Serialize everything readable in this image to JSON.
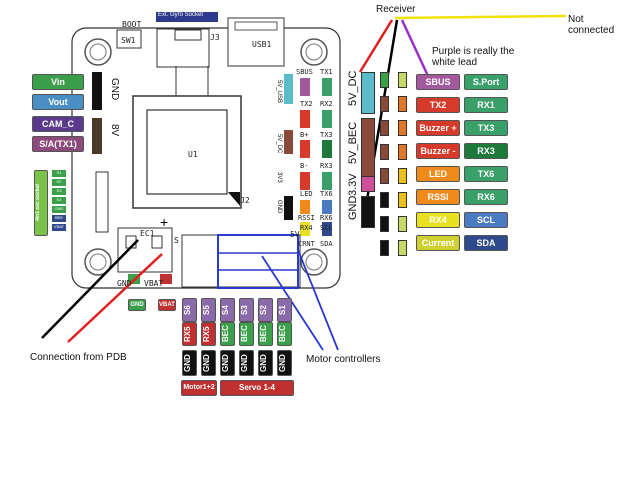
{
  "board": {
    "boot": "BOOT",
    "sw1": "SW1",
    "ext_gyro": "Ext. Gyro Socket",
    "j3": "J3",
    "usb1": "USB1",
    "u1": "U1",
    "j2": "J2",
    "ec1": "EC1",
    "plus": "+",
    "s_mark": "S",
    "gnd_bottom": "GND",
    "vbat_bottom": "VBAT",
    "left_header_gnd": "GND",
    "left_header_8v": "8V"
  },
  "left_labels": [
    {
      "text": "Vin",
      "color": "#3a9e4a"
    },
    {
      "text": "Vout",
      "color": "#4a8fc4"
    },
    {
      "text": "CAM_C",
      "color": "#5b3a8c"
    },
    {
      "text": "S/A(TX1)",
      "color": "#8c4a7a"
    }
  ],
  "left_small_green": "4in1 esc socket",
  "left_small_pins": [
    "S1",
    "S2",
    "S3",
    "S4",
    "GND",
    "BEE",
    "VBAT"
  ],
  "right_header_pins": {
    "col1": [
      "SBUS",
      "TX2",
      "B+",
      "B-",
      "LED",
      "RSSI",
      "RX4",
      "CRNT"
    ],
    "col2": [
      "TX1",
      "RX2",
      "TX3",
      "RX3",
      "TX6",
      "RX6",
      "SCL",
      "SDA"
    ],
    "volt_labels": [
      "5V_USB",
      "5V_DC",
      "3V3",
      "GND"
    ],
    "five_v": "5V"
  },
  "right_side": {
    "voltages": [
      "5V_DC",
      "5V_BEC",
      "3.3V",
      "GND"
    ],
    "col_a": [
      {
        "text": "SBUS",
        "color": "#a35a9c"
      },
      {
        "text": "TX2",
        "color": "#d63a2a"
      },
      {
        "text": "Buzzer +",
        "color": "#d63a2a"
      },
      {
        "text": "Buzzer -",
        "color": "#d63a2a"
      },
      {
        "text": "LED",
        "color": "#f08a1a"
      },
      {
        "text": "RSSI",
        "color": "#f08a1a"
      },
      {
        "text": "RX4",
        "color": "#e8e020"
      },
      {
        "text": "Current",
        "color": "#cfd030"
      }
    ],
    "col_b": [
      {
        "text": "S.Port",
        "color": "#3aa06a"
      },
      {
        "text": "RX1",
        "color": "#3aa06a"
      },
      {
        "text": "TX3",
        "color": "#3aa06a"
      },
      {
        "text": "RX3",
        "color": "#1e7a3a"
      },
      {
        "text": "TX6",
        "color": "#3aa06a"
      },
      {
        "text": "RX6",
        "color": "#3aa06a"
      },
      {
        "text": "SCL",
        "color": "#4a7ac0"
      },
      {
        "text": "SDA",
        "color": "#2e4a8c"
      }
    ]
  },
  "bottom_pins": {
    "gnd_tag": "GND",
    "vbat_tag": "VBAT",
    "s_labels": [
      "S6",
      "S5",
      "S4",
      "S3",
      "S2",
      "S1"
    ],
    "row2": [
      {
        "text": "RX5",
        "color": "#c03030"
      },
      {
        "text": "RX5",
        "color": "#c03030"
      },
      {
        "text": "BEC",
        "color": "#3aa04a"
      },
      {
        "text": "BEC",
        "color": "#3aa04a"
      },
      {
        "text": "BEC",
        "color": "#3aa04a"
      },
      {
        "text": "BEC",
        "color": "#3aa04a"
      }
    ],
    "gnd_row": [
      "GND",
      "GND",
      "GND",
      "GND",
      "GND",
      "GND"
    ],
    "motor_label": "Motor1+2",
    "servo_label": "Servo 1-4"
  },
  "annotations": {
    "receiver": "Receiver",
    "not_connected": "Not connected",
    "purple_note": "Purple is really the white lead",
    "pdb": "Connection from PDB",
    "motor_controllers": "Motor controllers"
  },
  "colors": {
    "red_wire": "#e02020",
    "black_wire": "#000000",
    "purple_wire": "#9b30c8",
    "yellow_wire": "#f2e20c",
    "blue_lines": "#2a3ad0"
  }
}
